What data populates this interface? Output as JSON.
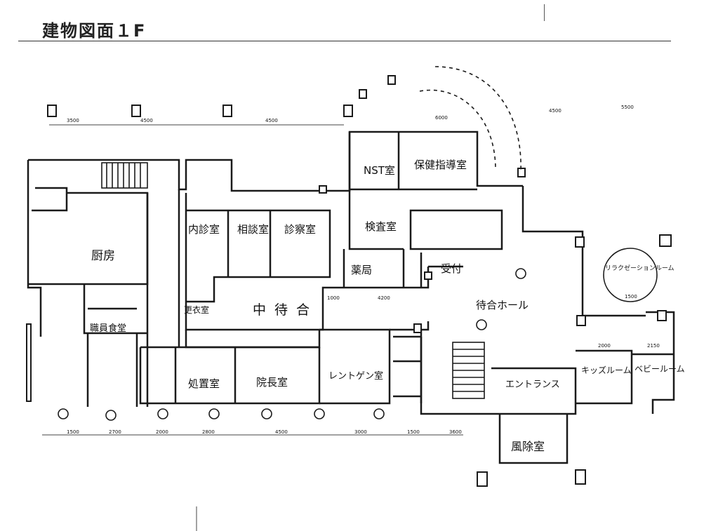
{
  "title": "建物図面１F",
  "rooms": {
    "nst": "NST室",
    "hoken": "保健指導室",
    "kensa": "検査室",
    "naishin": "内診室",
    "soudan": "相談室",
    "shinsatsu": "診察室",
    "kitchen": "厨房",
    "yakkyoku": "薬局",
    "uketsuke": "受付",
    "naka_machiai": "中待合",
    "machiai_hall": "待合ホール",
    "kouishitsu": "更衣室",
    "shokuin": "職員食堂",
    "shojun": "処置室",
    "inchou": "院長室",
    "xray": "レントゲン室",
    "entrance": "エントランス",
    "kids": "キッズルーム",
    "baby": "ベビールーム",
    "windbreak": "風除室",
    "relax": "リラクゼーションルーム"
  },
  "dimensions": {
    "top": [
      "3500",
      "4500",
      "4500",
      "4500",
      "5500"
    ],
    "bottom": [
      "1500",
      "2700",
      "2000",
      "2800",
      "4500",
      "3000",
      "1500",
      "3600"
    ],
    "mid": [
      "1000",
      "4200",
      "6000",
      "2000",
      "2150",
      "1500"
    ]
  }
}
